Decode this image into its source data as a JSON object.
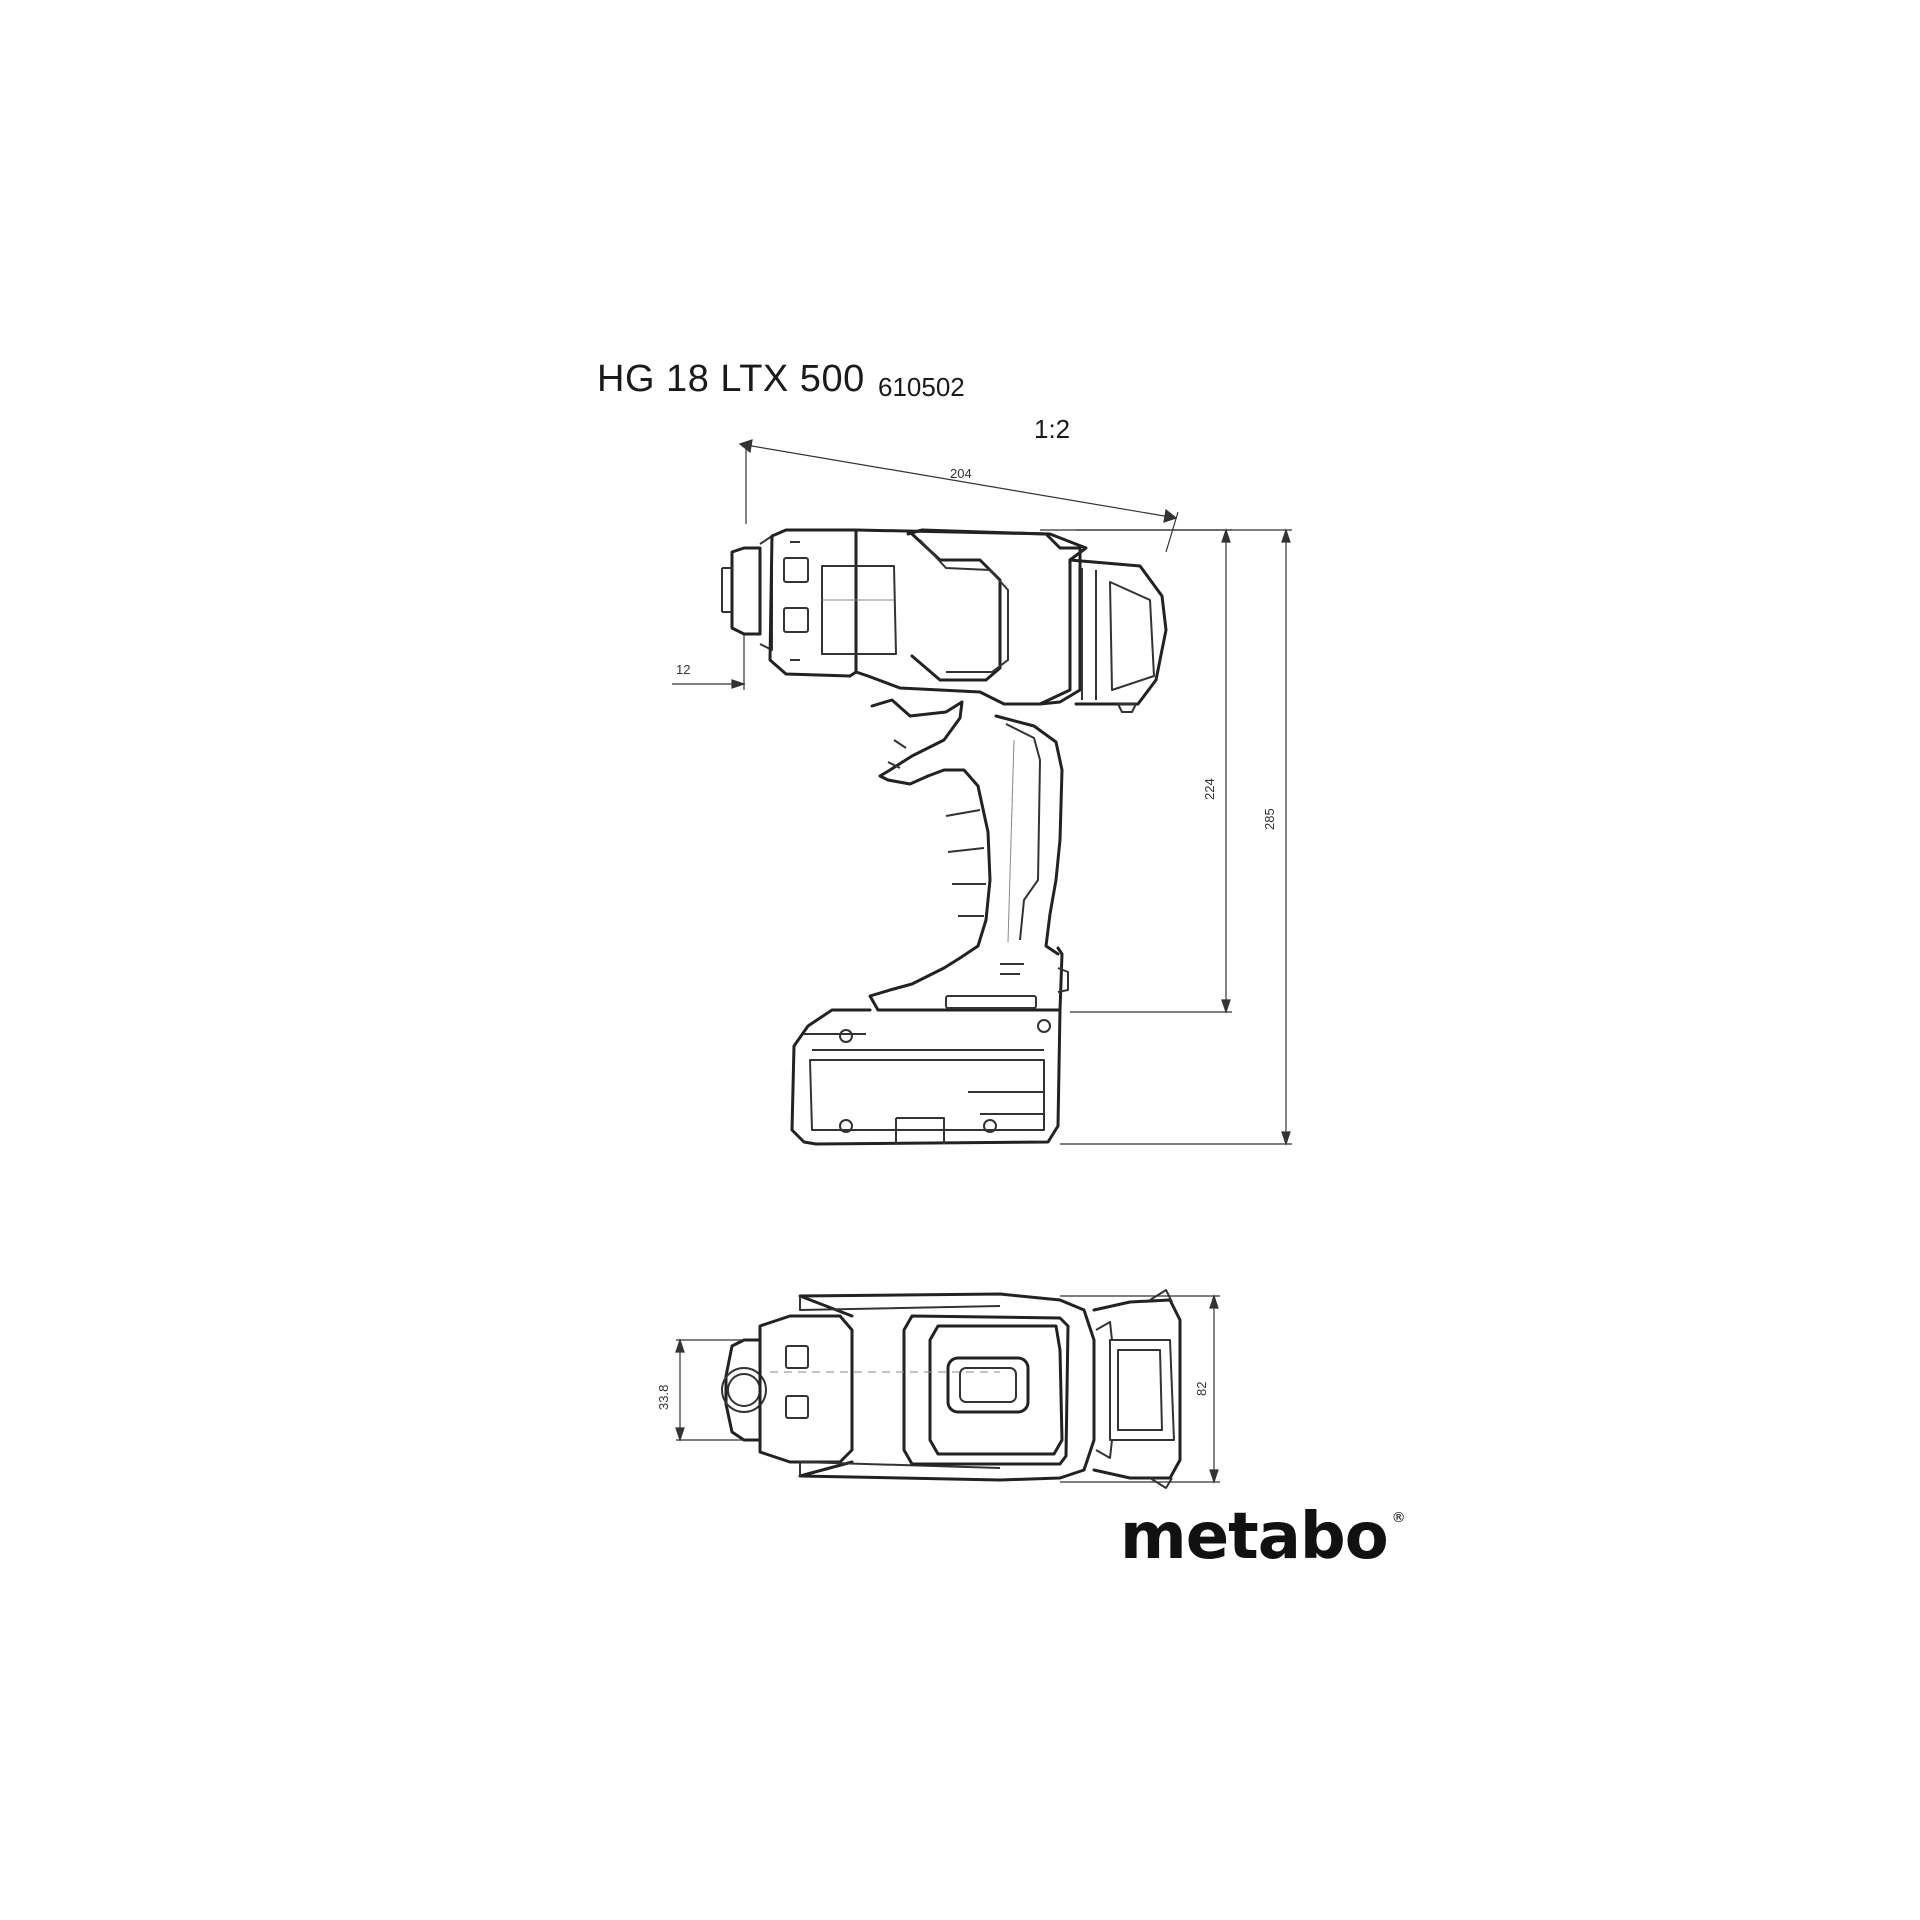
{
  "header": {
    "model": "HG 18 LTX 500",
    "article_number": "610502",
    "scale": "1:2"
  },
  "dimensions": {
    "overall_length": "204",
    "nozzle_offset": "12",
    "height_without_battery": "224",
    "height_with_battery": "285",
    "nozzle_diameter": "33.8",
    "width": "82"
  },
  "brand": {
    "logo_text": "metabo",
    "registered_mark": "®"
  }
}
